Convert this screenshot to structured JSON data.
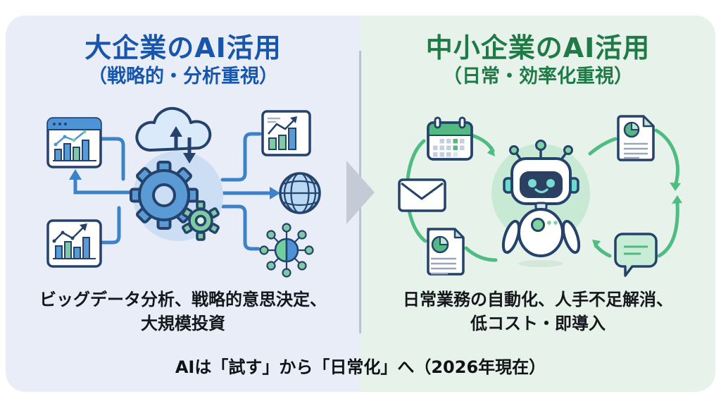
{
  "left_panel": {
    "title": "大企業のAI活用",
    "subtitle": "（戦略的・分析重視）",
    "caption": {
      "line1": "ビッグデータ分析、戦略的意思決定、",
      "line2": "大規模投資"
    },
    "accent_color": "#1856ab",
    "background_color": "#e9edf8",
    "icons": [
      "browser-analytics-icon",
      "cloud-sync-icon",
      "main-gear-icon",
      "secondary-gear-icon",
      "bar-chart-box-icon",
      "report-chart-card-icon",
      "globe-icon",
      "ai-network-icon"
    ]
  },
  "right_panel": {
    "title": "中小企業のAI活用",
    "subtitle": "（日常・効率化重視）",
    "caption": {
      "line1": "日常業務の自動化、人手不足解消、",
      "line2": "低コスト・即導入"
    },
    "accent_color": "#1f7a47",
    "background_color": "#e7f3ea",
    "icons": [
      "calendar-icon",
      "envelope-icon",
      "pie-document-icon",
      "robot-icon",
      "report-document-icon",
      "chat-bubble-icon",
      "cycle-arrows-icon"
    ]
  },
  "divider": {
    "direction": "right",
    "arrow_color": "#c5cbd6"
  },
  "footer": {
    "text": "AIは「試す」から「日常化」へ（2026年現在）"
  }
}
